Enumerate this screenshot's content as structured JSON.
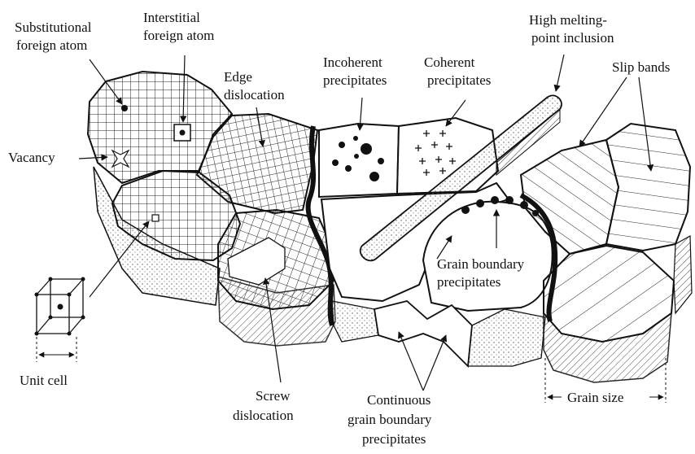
{
  "labels": {
    "substitutional": [
      "Substitutional",
      "foreign atom"
    ],
    "interstitial": [
      "Interstitial",
      "foreign atom"
    ],
    "edge_dislocation": [
      "Edge",
      "dislocation"
    ],
    "incoherent": [
      "Incoherent",
      "precipitates"
    ],
    "coherent": [
      "Coherent",
      "precipitates"
    ],
    "high_melting": [
      "High melting-",
      "point inclusion"
    ],
    "slip_bands": "Slip bands",
    "vacancy": "Vacancy",
    "grain_boundary_precip": [
      "Grain boundary",
      "precipitates"
    ],
    "unit_cell": "Unit cell",
    "screw_dislocation": [
      "Screw",
      "dislocation"
    ],
    "continuous": [
      "Continuous",
      "grain boundary",
      "precipitates"
    ],
    "grain_size": "Grain size"
  }
}
